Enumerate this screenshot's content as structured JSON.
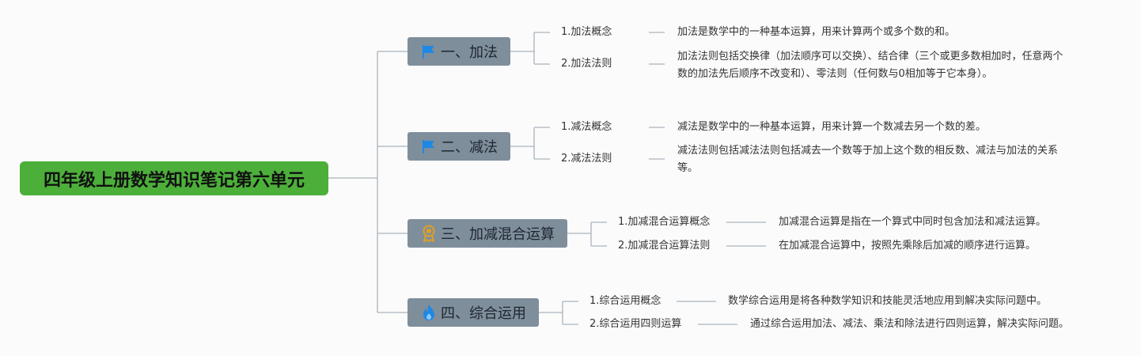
{
  "root": {
    "title": "四年级上册数学知识笔记第六单元"
  },
  "branches": [
    {
      "label": "一、加法",
      "icon": "flag-icon",
      "items": [
        {
          "name": "1.加法概念",
          "desc": "加法是数学中的一种基本运算，用来计算两个或多个数的和。"
        },
        {
          "name": "2.加法法则",
          "desc": "加法法则包括交换律（加法顺序可以交换）、结合律（三个或更多数相加时，任意两个数的加法先后顺序不改变和）、零法则（任何数与0相加等于它本身）。"
        }
      ]
    },
    {
      "label": "二、减法",
      "icon": "flag-icon",
      "items": [
        {
          "name": "1.减法概念",
          "desc": "减法是数学中的一种基本运算，用来计算一个数减去另一个数的差。"
        },
        {
          "name": "2.减法法则",
          "desc": "减法法则包括减法法则包括减去一个数等于加上这个数的相反数、减法与加法的关系等。"
        }
      ]
    },
    {
      "label": "三、加减混合运算",
      "icon": "award-icon",
      "items": [
        {
          "name": "1.加减混合运算概念",
          "desc": "加减混合运算是指在一个算式中同时包含加法和减法运算。"
        },
        {
          "name": "2.加减混合运算法则",
          "desc": "在加减混合运算中，按照先乘除后加减的顺序进行运算。"
        }
      ]
    },
    {
      "label": "四、综合运用",
      "icon": "flame-icon",
      "items": [
        {
          "name": "1.综合运用概念",
          "desc": "数学综合运用是将各种数学知识和技能灵活地应用到解决实际问题中。"
        },
        {
          "name": "2.综合运用四则运算",
          "desc": "通过综合运用加法、减法、乘法和除法进行四则运算，解决实际问题。"
        }
      ]
    }
  ],
  "colors": {
    "root_bg": "#4caf3a",
    "branch_bg": "#7f8e9b",
    "line": "#a9b3bc",
    "flag": "#1e88e5",
    "award": "#e0a020",
    "flame": "#1e88e5"
  }
}
